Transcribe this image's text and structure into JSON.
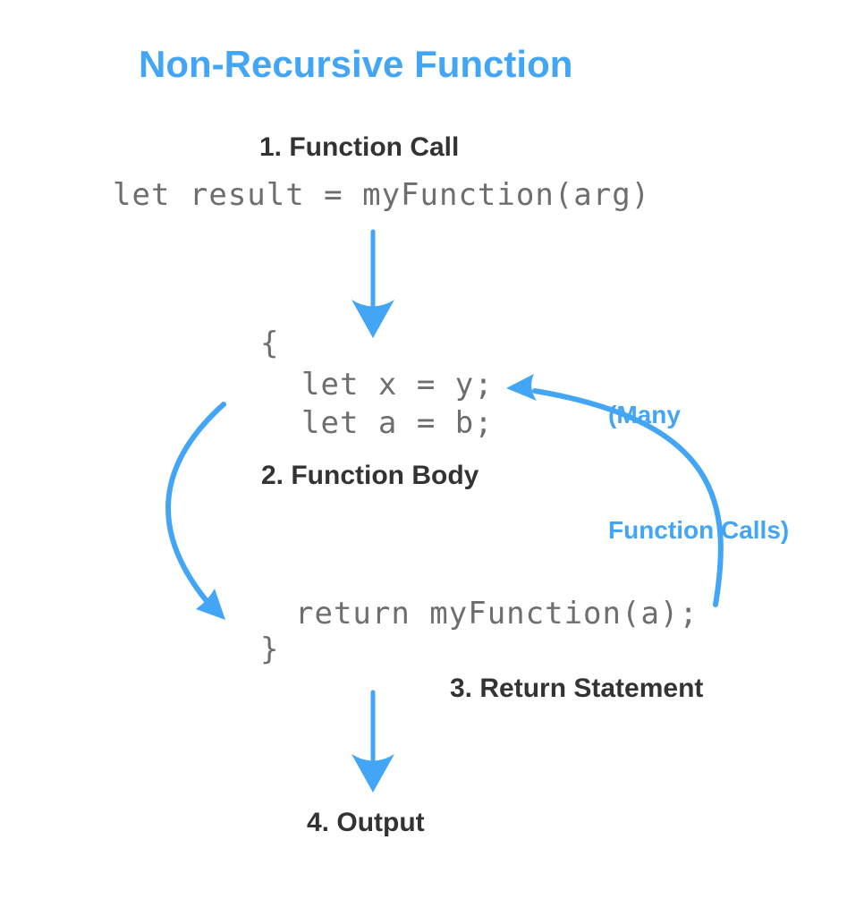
{
  "title": "Non-Recursive Function",
  "colors": {
    "accent": "#42A5F5",
    "heading": "#333333",
    "code": "#6E6E6E",
    "background": "#FFFFFF"
  },
  "steps": {
    "step1": "1. Function Call",
    "step2": "2. Function Body",
    "step3": "3. Return Statement",
    "step4": "4. Output"
  },
  "code": {
    "call_line": "let result = myFunction(arg)",
    "open_brace": "{",
    "body_line1": "let x = y;",
    "body_line2": "let a = b;",
    "return_line": "return myFunction(a);",
    "close_brace": "}"
  },
  "annotations": {
    "many_calls_line1": "(Many",
    "many_calls_line2": "Function Calls)"
  },
  "arrows": [
    {
      "name": "down-arrow-call-to-body",
      "type": "straight-down"
    },
    {
      "name": "curved-arrow-body-to-return",
      "type": "curved-left"
    },
    {
      "name": "curved-arrow-return-to-body",
      "type": "curved-right-loop"
    },
    {
      "name": "down-arrow-return-to-output",
      "type": "straight-down"
    }
  ]
}
